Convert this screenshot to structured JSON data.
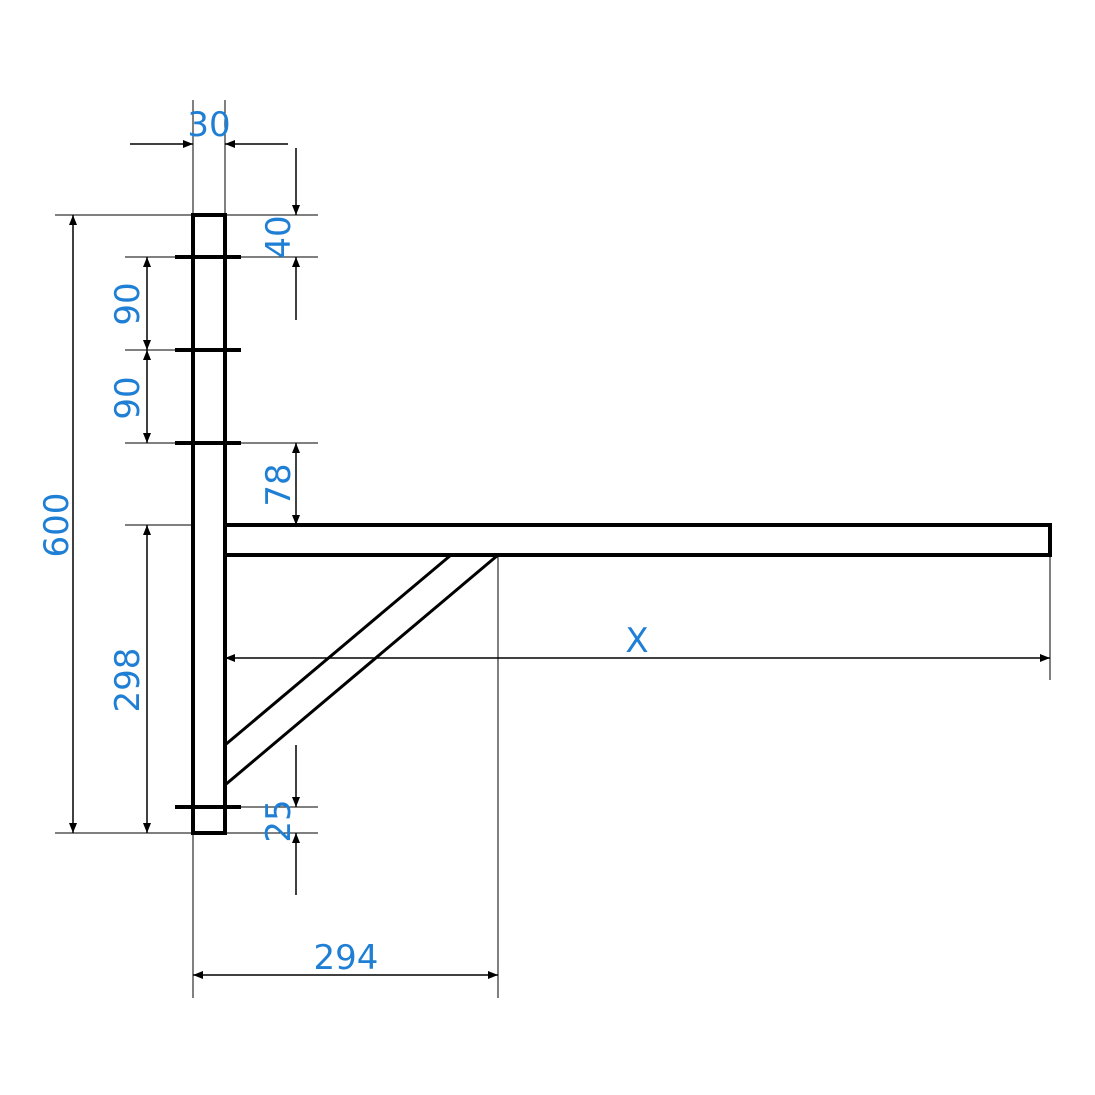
{
  "drawing": {
    "line_color": "#000000",
    "dimension_text_color": "#1f7fd4",
    "background": "#ffffff"
  },
  "dimensions": {
    "post_width": "30",
    "top_offset": "40",
    "spacing_1": "90",
    "spacing_2": "90",
    "arm_offset": "78",
    "total_height": "600",
    "lower_height": "298",
    "bottom_offset": "25",
    "brace_reach": "294",
    "arm_length": "X"
  }
}
